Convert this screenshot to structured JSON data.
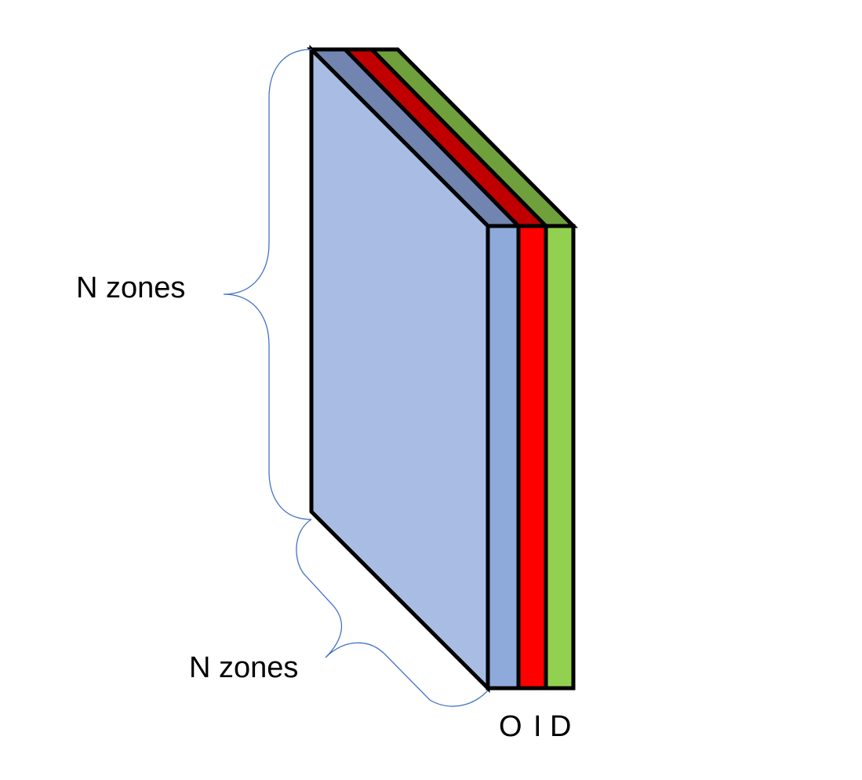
{
  "labels": {
    "vertical_extent": "N zones",
    "diagonal_extent": "N zones",
    "layer_o": "O",
    "layer_i": "I",
    "layer_d": "D"
  },
  "colors": {
    "front_face": "#A9BCE4",
    "layer_o_face": "#8EAADB",
    "layer_o_top": "#7185B0",
    "layer_i_face": "#FF0000",
    "layer_i_top": "#C00000",
    "layer_d_face": "#92D050",
    "layer_d_top": "#70A03C",
    "outline": "#000000",
    "brace": "#4472C4"
  }
}
